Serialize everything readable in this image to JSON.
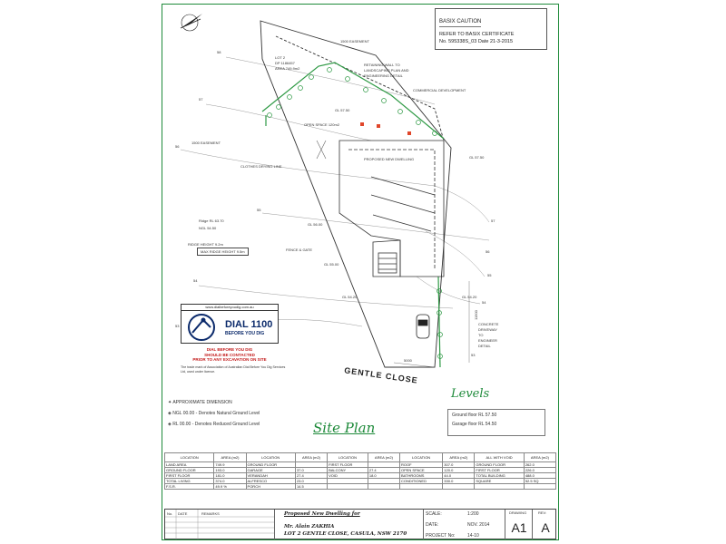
{
  "basix": {
    "title": "BASIX CAUTION",
    "line1": "REFER TO BASIX CERTIFICATE",
    "line2": "No. 595338S_03 Date 21-3-2015"
  },
  "annotations": {
    "easement_top": "1500 EASEMENT",
    "lot": "LOT 2",
    "dp": "DP 1186457",
    "area": "AREA 749.9m2",
    "retaining_wall": "RETAINING WALL TO",
    "retaining_wall2": "LANDSCAPING PLAN AND",
    "retaining_wall3": "ENGINEERING DETAIL",
    "commercial": "COMMERCIAL DEVELOPMENT",
    "gl_top": "GL 57.50",
    "open_space": "OPEN SPACE 120m2",
    "easement_left": "1500 EASEMENT",
    "gl_right": "GL 57.50",
    "clothes": "CLOTHES DRYING LINE",
    "proposed": "PROPOSED NEW DWELLING",
    "ridge_rl": "Ridge RL 63.70",
    "ngl": "NGL  54.50",
    "gl_mid": "GL 56.00",
    "ridge_height": "RIDGE HEIGHT 9.2m",
    "max_ridge": "MAX RIDGE HEIGHT 9.5m",
    "fence": "FENCE & GATE",
    "gl_gate": "GL 55.00",
    "gl_bottom_left": "GL 54.20",
    "gl_bottom_right": "GL 54.20",
    "concrete": "CONCRETE",
    "driveway": "DRIVEWAY",
    "to": "TO",
    "engineer": "ENGINEER",
    "detail": "DETAIL",
    "dim_right": "11500",
    "dim_bottom": "5000",
    "street": "GENTLE   CLOSE",
    "contour_labels": [
      "58",
      "57",
      "56",
      "55",
      "54",
      "53",
      "57",
      "56",
      "55",
      "54",
      "53"
    ]
  },
  "dial": {
    "url": "www.dialbeforeyoudig.com.au",
    "big": "DIAL 1100",
    "sub": "BEFORE YOU DIG",
    "red1": "DIAL BEFORE YOU DIG",
    "red2": "SHOULD BE CONTACTED",
    "red3": "PRIOR TO ANY EXCAVATION ON SITE",
    "trademark": "The trade mark of Association of Australian Dial Before You Dig Services Ltd, used under licence."
  },
  "key": {
    "approx": "APPROXIMATE DIMENSION",
    "ngl": "NGL 00.00  -  Denotes Natural Ground Level",
    "rl": "RL  00.00  -  Denotes Reduced Ground Level"
  },
  "levels": {
    "title": "Levels",
    "ground": "Ground floor  RL 57.50",
    "garage": "Garage floor  RL 54.50"
  },
  "site_plan_title": "Site Plan",
  "area_table": {
    "headers": [
      "LOCATION",
      "AREA (m2)",
      "LOCATION",
      "AREA (m2)",
      "LOCATION",
      "AREA (m2)",
      "LOCATION",
      "AREA (m2)",
      "ALL WITH VOID",
      "AREA (m2)"
    ],
    "rows": [
      [
        "LAND AREA",
        "749.9",
        "GROUND FLOOR",
        "",
        "FIRST FLOOR",
        "",
        "ROOF",
        "307.0",
        "GROUND FLOOR",
        "262.0"
      ],
      [
        "GROUND FLOOR",
        "193.0",
        "GARAGE",
        "37.0",
        "BALCONY",
        "27.4",
        "OPEN SPACE",
        "120.0",
        "FIRST FLOOR",
        "226.0"
      ],
      [
        "FIRST FLOOR",
        "181.0",
        "VERANDAH",
        "27.4",
        "VOID",
        "18.0",
        "BATHROOMS",
        "44.0",
        "TOTAL BUILDING",
        "488.0"
      ],
      [
        "TOTAL LIVING",
        "374.0",
        "ALFRESCO",
        "23.0",
        "",
        "",
        "CONDITIONED",
        "330.0",
        "SQUARE",
        "52.5 SQ"
      ],
      [
        "F.S.R.",
        "49.9 %",
        "PORCH",
        "14.5",
        "",
        "",
        "",
        "",
        "",
        ""
      ]
    ]
  },
  "title_block": {
    "project": "Proposed New Dwelling  for",
    "client": "Mr. Alain ZAKHIA",
    "address": "LOT 2 GENTLE CLOSE, CASULA, NSW 2170",
    "scale_label": "SCALE:",
    "scale": "1:200",
    "date_label": "DATE:",
    "date": "NOV. 2014",
    "project_label": "PROJECT No:",
    "project_no": "14-10",
    "drawing_label": "DRAWING",
    "drawing": "A1",
    "rev_label": "REV:",
    "rev": "A",
    "no_label": "No.",
    "date_col": "DATE",
    "remarks": "REMARKS"
  },
  "colors": {
    "frame": "#1e8a3a",
    "hedge": "#2f9a45",
    "marker": "#e0462a",
    "dial": "#0b2a6b"
  }
}
